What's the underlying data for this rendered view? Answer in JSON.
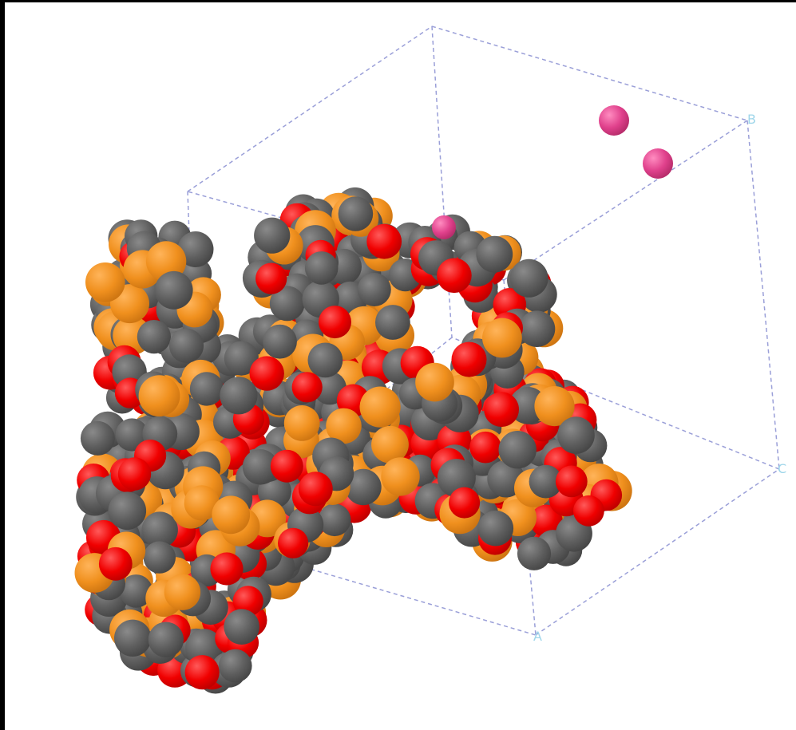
{
  "scene": {
    "background": "#ffffff",
    "frame_color": "#000000",
    "cell_line_color": "#9a9fd8",
    "axis_label_color": "#9fd6ea",
    "axis_labels": {
      "a": "A",
      "b": "B",
      "c": "C"
    },
    "atom_colors": {
      "carbon": "#5f5f5f",
      "phosphorus": "#f0901e",
      "oxygen": "#f00000",
      "ion": "#e0418c"
    }
  }
}
